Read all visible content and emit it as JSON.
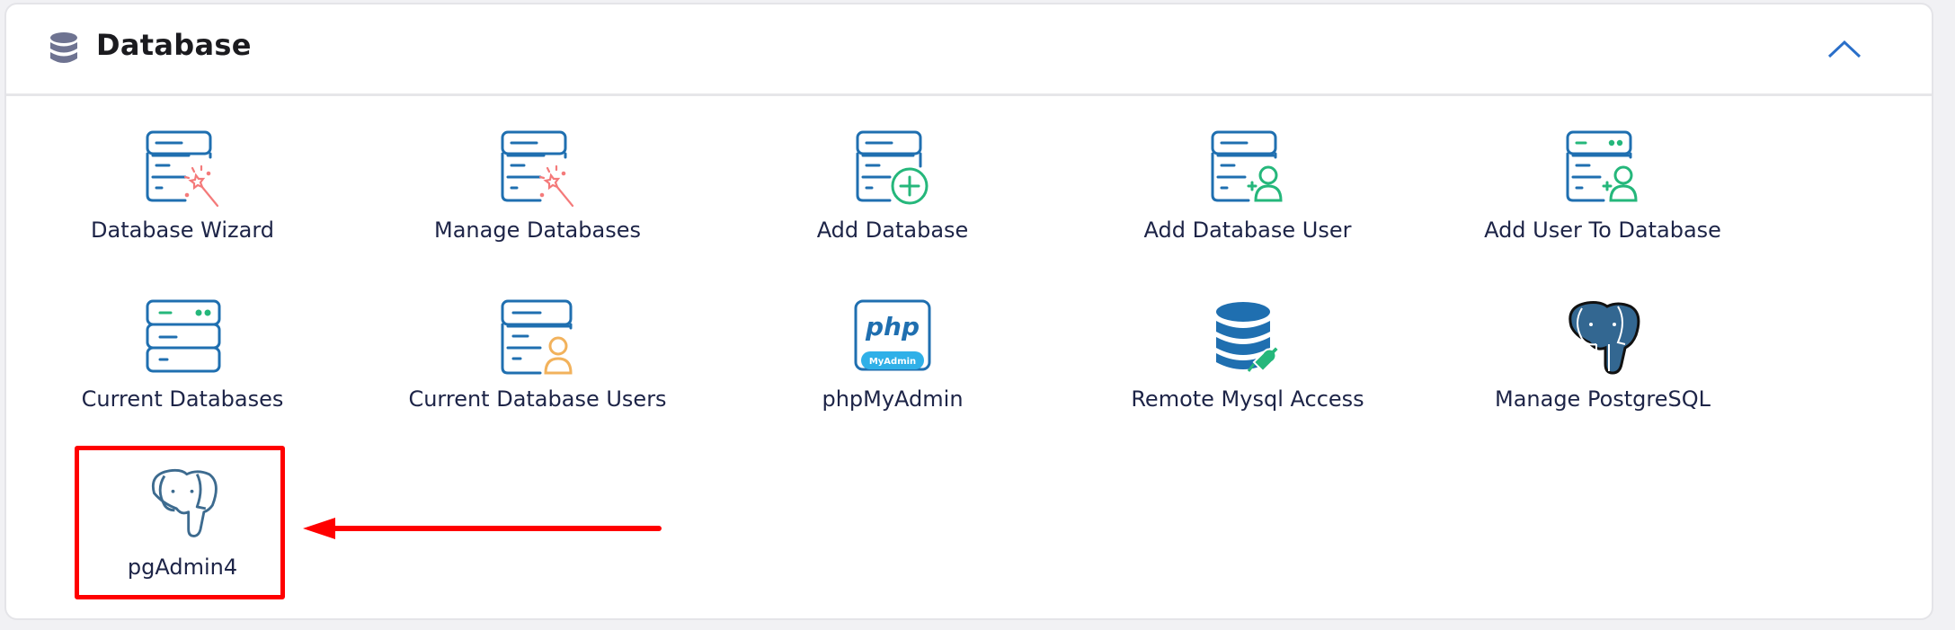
{
  "section": {
    "title": "Database",
    "icon": "database-icon",
    "collapse_icon": "chevron-up-icon"
  },
  "items": [
    {
      "label": "Database Wizard",
      "icon": "database-wizard-icon"
    },
    {
      "label": "Manage Databases",
      "icon": "manage-databases-icon"
    },
    {
      "label": "Add Database",
      "icon": "add-database-icon"
    },
    {
      "label": "Add Database User",
      "icon": "add-database-user-icon"
    },
    {
      "label": "Add User To Database",
      "icon": "add-user-to-database-icon"
    },
    {
      "label": "Current Databases",
      "icon": "current-databases-icon"
    },
    {
      "label": "Current Database Users",
      "icon": "current-database-users-icon"
    },
    {
      "label": "phpMyAdmin",
      "icon": "phpmyadmin-icon",
      "icon_text": "php",
      "icon_badge": "MyAdmin"
    },
    {
      "label": "Remote Mysql Access",
      "icon": "remote-mysql-icon"
    },
    {
      "label": "Manage PostgreSQL",
      "icon": "postgresql-icon"
    },
    {
      "label": "pgAdmin4",
      "icon": "pgadmin-icon"
    }
  ],
  "annotation": {
    "highlighted_item": "pgAdmin4",
    "color": "#ff0000"
  },
  "colors": {
    "icon_blue": "#1f6fb0",
    "accent_green": "#25b77b",
    "accent_red": "#f47a7a",
    "accent_orange": "#f2b25c",
    "label": "#1d2447",
    "chevron": "#2a6fc9"
  }
}
